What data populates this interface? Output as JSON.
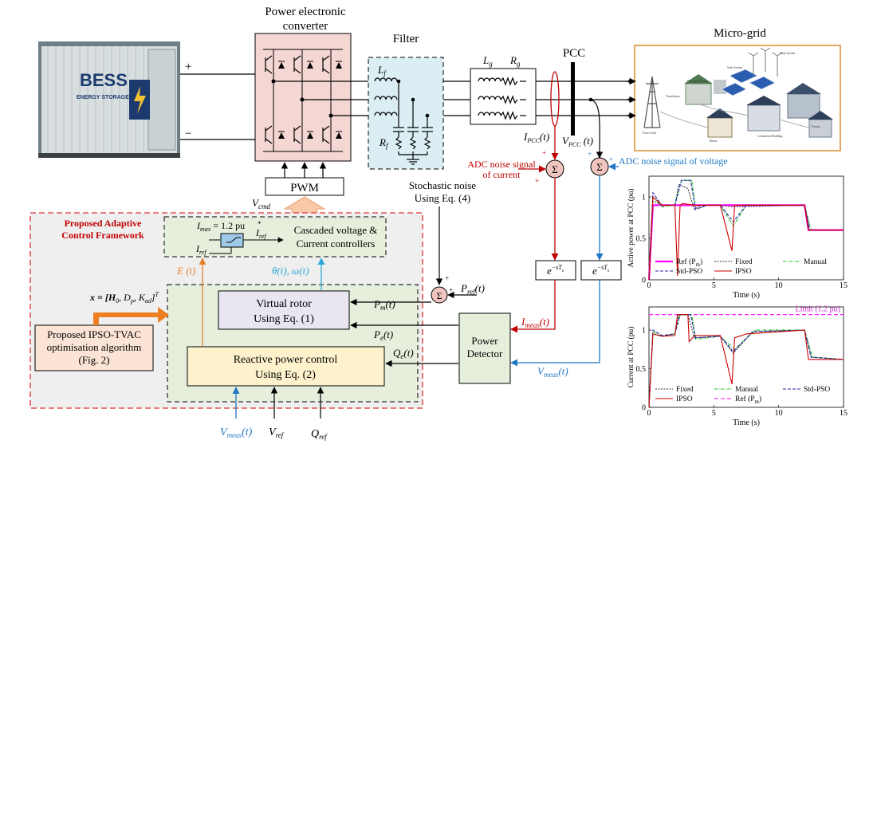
{
  "labels": {
    "converter_title_1": "Power electronic",
    "converter_title_2": "converter",
    "filter_title": "Filter",
    "pcc_title": "PCC",
    "microgrid_title": "Micro-grid",
    "plus": "+",
    "minus": "−",
    "bess_text_1": "BESS",
    "bess_text_2": "ENERGY STORAGE",
    "Lf": "L",
    "Lf_sub": "f",
    "Rf": "R",
    "Rf_sub": "f",
    "Lg": "L",
    "Lg_sub": "g",
    "Rg": "R",
    "Rg_sub": "g",
    "ipcc": "I",
    "ipcc_sub": "PCC",
    "ipcc_t": "(t)",
    "vpcc": "V",
    "vpcc_sub": "PCC",
    "vpcc_t": " (t)",
    "adc_current_1": "ADC noise signal",
    "adc_current_2": "of current",
    "adc_voltage": "ADC noise signal of voltage",
    "pwm": "PWM",
    "vcmd": "V",
    "vcmd_sub": "cmd",
    "stochastic_1": "Stochastic noise",
    "stochastic_2": "Using Eq. (4)",
    "framework_1": "Proposed Adaptive",
    "framework_2": "Control Framework",
    "imax": "I",
    "imax_sub": "max",
    "imax_val": " = 1.2 pu",
    "iref_star": "I",
    "iref_star_sub": "ref",
    "iref": "I",
    "iref_sub": "ref",
    "cascaded_1": "Cascaded voltage &",
    "cascaded_2": "Current controllers",
    "Et": "E (t)",
    "theta_omega": "θ(t), ω(t)",
    "xvec": "x = [H",
    "xvec_rest": ", D",
    "xvec_k": ", K",
    "xvec_end": "]",
    "xvec_T": "T",
    "sub_0": "0",
    "sub_p": "p",
    "sub_ad": "ad",
    "virtual_rotor_1": "Virtual rotor",
    "virtual_rotor_2": "Using Eq. (1)",
    "reactive_1": "Reactive power control",
    "reactive_2": "Using Eq. (2)",
    "ipso_1": "Proposed IPSO-TVAC",
    "ipso_2": "optimisation algorithm",
    "ipso_3": "(Fig. 2)",
    "pm": "P",
    "pm_sub": "m",
    "pe": "P",
    "pe_sub": "e",
    "qe": "Q",
    "qe_sub": "e",
    "t_arg": "(t)",
    "pref": "P",
    "pref_sub": "ref",
    "delay": "e",
    "delay_exp": "−sT",
    "delay_s": "s",
    "power_det_1": "Power",
    "power_det_2": "Detector",
    "imeas": "I",
    "imeas_sub": "meas",
    "vmeas": "V",
    "vmeas_sub": "meas",
    "vref": "V",
    "vref_sub": "ref",
    "qref": "Q",
    "qref_sub": "ref",
    "sigma": "Σ",
    "sum_plus": "+"
  },
  "microgrid_labels": [
    "Power Grid",
    "Transformer",
    "Microgrid System",
    "Solar System",
    "Wind System",
    "House",
    "Commercial Building",
    "Factory"
  ],
  "colors": {
    "converter_fill": "#f4d6d3",
    "filter_fill": "#dbeef4",
    "framework_fill": "#efefef",
    "framework_border": "#e03030",
    "green_fill": "#e6efdc",
    "virtual_rotor_fill": "#e9e6f1",
    "reactive_fill": "#fdf2cc",
    "ipso_fill": "#fbe4d5",
    "detector_fill": "#e6efdc",
    "red": "#c00000",
    "blue": "#1f77c4",
    "orange": "#e8802a",
    "cyan": "#2aa7d8",
    "microgrid_border": "#d98c2c",
    "sum_fill": "#f1c5bf"
  },
  "chart_data": [
    {
      "type": "line",
      "ylabel": "Active power at PCC  (pu)",
      "xlabel": "Time (s)",
      "xlim": [
        0,
        15
      ],
      "ylim": [
        0,
        1.25
      ],
      "xticks": [
        0,
        5,
        10,
        15
      ],
      "yticks": [
        0,
        0.5,
        1
      ],
      "legend": [
        "Ref (P",
        "Fixed",
        "Manual",
        "Std-PSO",
        "IPSO"
      ],
      "legend_ref_sub": "m",
      "legend_ref_close": ")",
      "series": [
        {
          "name": "Ref (Pm)",
          "color": "#ff00ff",
          "x": [
            0,
            0.3,
            12,
            12.3,
            15
          ],
          "y": [
            0,
            0.9,
            0.9,
            0.6,
            0.6
          ]
        },
        {
          "name": "Fixed",
          "color": "#333333",
          "x": [
            0,
            0.3,
            1,
            2,
            2.3,
            3,
            3.5,
            4,
            5.5,
            6.5,
            12,
            12.3,
            15
          ],
          "y": [
            0,
            0.95,
            0.9,
            0.9,
            1.15,
            1.1,
            0.85,
            0.9,
            0.9,
            0.88,
            0.9,
            0.6,
            0.6
          ]
        },
        {
          "name": "Manual",
          "color": "#22bb22",
          "x": [
            0,
            0.3,
            1,
            2,
            2.5,
            3.3,
            3.6,
            4.5,
            5.5,
            6.5,
            7.5,
            12,
            12.5,
            15
          ],
          "y": [
            0,
            1.0,
            0.88,
            0.9,
            1.2,
            1.2,
            0.85,
            0.9,
            0.9,
            0.65,
            0.9,
            0.9,
            0.6,
            0.6
          ]
        },
        {
          "name": "Std-PSO",
          "color": "#2222aa",
          "x": [
            0,
            0.3,
            1,
            2,
            2.5,
            3.2,
            3.6,
            4.5,
            5.5,
            6.5,
            7.5,
            12,
            12.4,
            15
          ],
          "y": [
            0,
            1.05,
            0.9,
            0.9,
            1.2,
            1.2,
            0.85,
            0.9,
            0.9,
            0.7,
            0.9,
            0.9,
            0.6,
            0.6
          ]
        },
        {
          "name": "IPSO",
          "color": "#cc0000",
          "x": [
            0,
            0.3,
            1,
            2,
            2.2,
            2.4,
            2.6,
            3.5,
            5.5,
            6.4,
            6.6,
            7.5,
            12,
            12.3,
            15
          ],
          "y": [
            0,
            1.0,
            0.9,
            0.9,
            0.05,
            0.9,
            0.92,
            0.9,
            0.9,
            0.35,
            0.9,
            0.9,
            0.9,
            0.6,
            0.6
          ]
        }
      ]
    },
    {
      "type": "line",
      "ylabel": "Current at PCC (pu)",
      "xlabel": "Time (s)",
      "xlim": [
        0,
        15
      ],
      "ylim": [
        0,
        1.3
      ],
      "xticks": [
        0,
        5,
        10,
        15
      ],
      "yticks": [
        0,
        0.5,
        1
      ],
      "annotation": "Limit (1.2 pu)",
      "legend": [
        "Fixed",
        "Manual",
        "Std-PSO",
        "IPSO",
        "Ref (P"
      ],
      "legend_ref_sub": "m",
      "legend_ref_close": ")",
      "series": [
        {
          "name": "Limit",
          "color": "#ff00ff",
          "x": [
            0,
            15
          ],
          "y": [
            1.2,
            1.2
          ]
        },
        {
          "name": "Fixed",
          "color": "#333333",
          "x": [
            0,
            0.3,
            1,
            2,
            2.3,
            3,
            3.5,
            5.5,
            6.5,
            8,
            12,
            12.5,
            15
          ],
          "y": [
            0,
            0.95,
            0.92,
            0.95,
            1.2,
            1.2,
            0.9,
            0.92,
            0.7,
            0.98,
            1.0,
            0.65,
            0.62
          ]
        },
        {
          "name": "Manual",
          "color": "#22bb22",
          "x": [
            0,
            0.3,
            1,
            2,
            2.4,
            3.3,
            3.6,
            5.5,
            6.6,
            8.2,
            12,
            12.6,
            15
          ],
          "y": [
            0,
            0.98,
            0.92,
            0.95,
            1.2,
            1.2,
            0.88,
            0.92,
            0.75,
            1.0,
            1.0,
            0.65,
            0.62
          ]
        },
        {
          "name": "Std-PSO",
          "color": "#2222aa",
          "x": [
            0,
            0.3,
            1,
            2,
            2.4,
            3.2,
            3.6,
            5.5,
            6.5,
            8,
            12,
            12.5,
            15
          ],
          "y": [
            0,
            1.0,
            0.93,
            0.95,
            1.2,
            1.2,
            0.9,
            0.92,
            0.72,
            0.98,
            1.0,
            0.65,
            0.62
          ]
        },
        {
          "name": "IPSO",
          "color": "#cc0000",
          "x": [
            0,
            0.3,
            1,
            2,
            2.2,
            3,
            3.1,
            3.5,
            5.5,
            6.4,
            6.6,
            7.5,
            12,
            12.3,
            15
          ],
          "y": [
            0,
            0.95,
            0.92,
            0.93,
            1.2,
            1.2,
            0.85,
            0.93,
            0.93,
            0.3,
            0.9,
            0.95,
            1.0,
            0.62,
            0.62
          ]
        }
      ]
    }
  ]
}
